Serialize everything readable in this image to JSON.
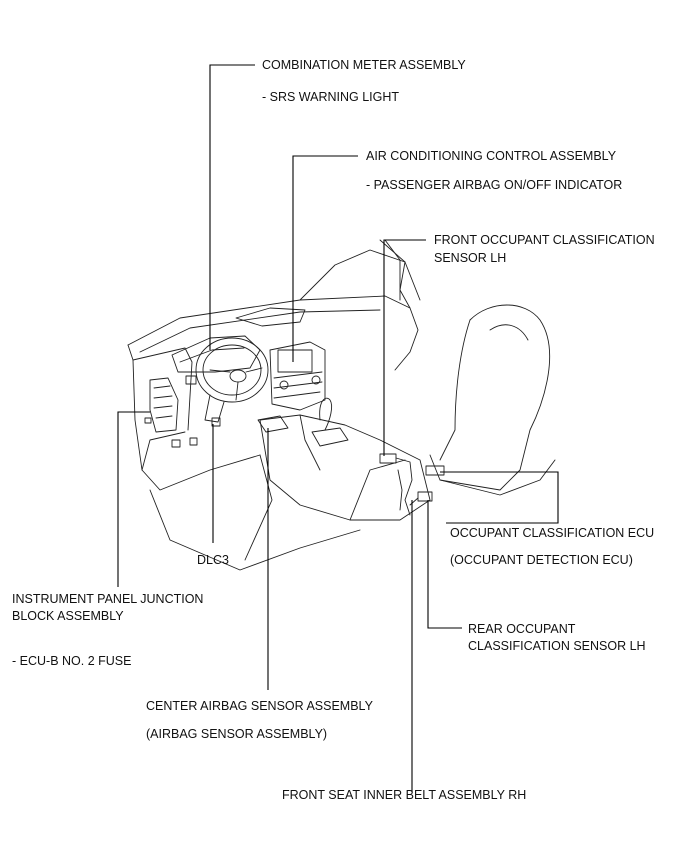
{
  "labels": {
    "combination_meter": "COMBINATION METER ASSEMBLY",
    "srs_warning_light": "- SRS WARNING LIGHT",
    "air_conditioning": "AIR CONDITIONING CONTROL ASSEMBLY",
    "passenger_airbag_indicator": "- PASSENGER AIRBAG ON/OFF INDICATOR",
    "front_occupant_sensor_line1": "FRONT OCCUPANT CLASSIFICATION",
    "front_occupant_sensor_line2": "SENSOR LH",
    "occupant_ecu": "OCCUPANT CLASSIFICATION ECU",
    "occupant_detection_ecu": "(OCCUPANT DETECTION ECU)",
    "dlc3": "DLC3",
    "junction_block_line1": "INSTRUMENT PANEL JUNCTION",
    "junction_block_line2": "BLOCK ASSEMBLY",
    "ecu_b_fuse": "- ECU-B NO. 2 FUSE",
    "rear_occupant_sensor_line1": "REAR OCCUPANT",
    "rear_occupant_sensor_line2": "CLASSIFICATION SENSOR LH",
    "center_airbag_sensor": "CENTER AIRBAG SENSOR ASSEMBLY",
    "airbag_sensor_assembly": "(AIRBAG SENSOR ASSEMBLY)",
    "front_seat_belt": "FRONT SEAT INNER BELT ASSEMBLY RH"
  }
}
